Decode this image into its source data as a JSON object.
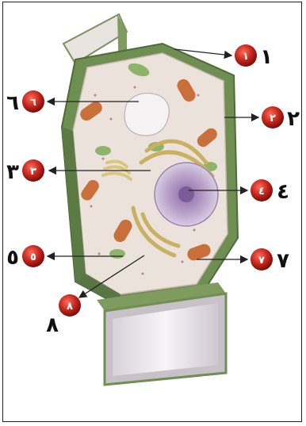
{
  "labels": [
    {
      "id": "1",
      "badge": "١",
      "text": "١"
    },
    {
      "id": "2",
      "badge": "٢",
      "text": "٢"
    },
    {
      "id": "3",
      "badge": "٣",
      "text": "٣"
    },
    {
      "id": "4",
      "badge": "٤",
      "text": "٤"
    },
    {
      "id": "5",
      "badge": "٥",
      "text": "٥"
    },
    {
      "id": "6",
      "badge": "٦",
      "text": "٦"
    },
    {
      "id": "7",
      "badge": "٧",
      "text": "٧"
    },
    {
      "id": "8",
      "badge": "٨",
      "text": "٨"
    }
  ],
  "colors": {
    "cell_wall": "#6f8f52",
    "cell_wall_dark": "#4e6b3a",
    "cytoplasm": "#ece2dc",
    "nucleus": "#b9a2c9",
    "golgi": "#d9c77f",
    "mitochondria": "#c96f3a",
    "chloroplast": "#8fb36a",
    "vacuole": "#f4f1f3",
    "badge": "#b81d1d",
    "arrow": "#222222"
  }
}
